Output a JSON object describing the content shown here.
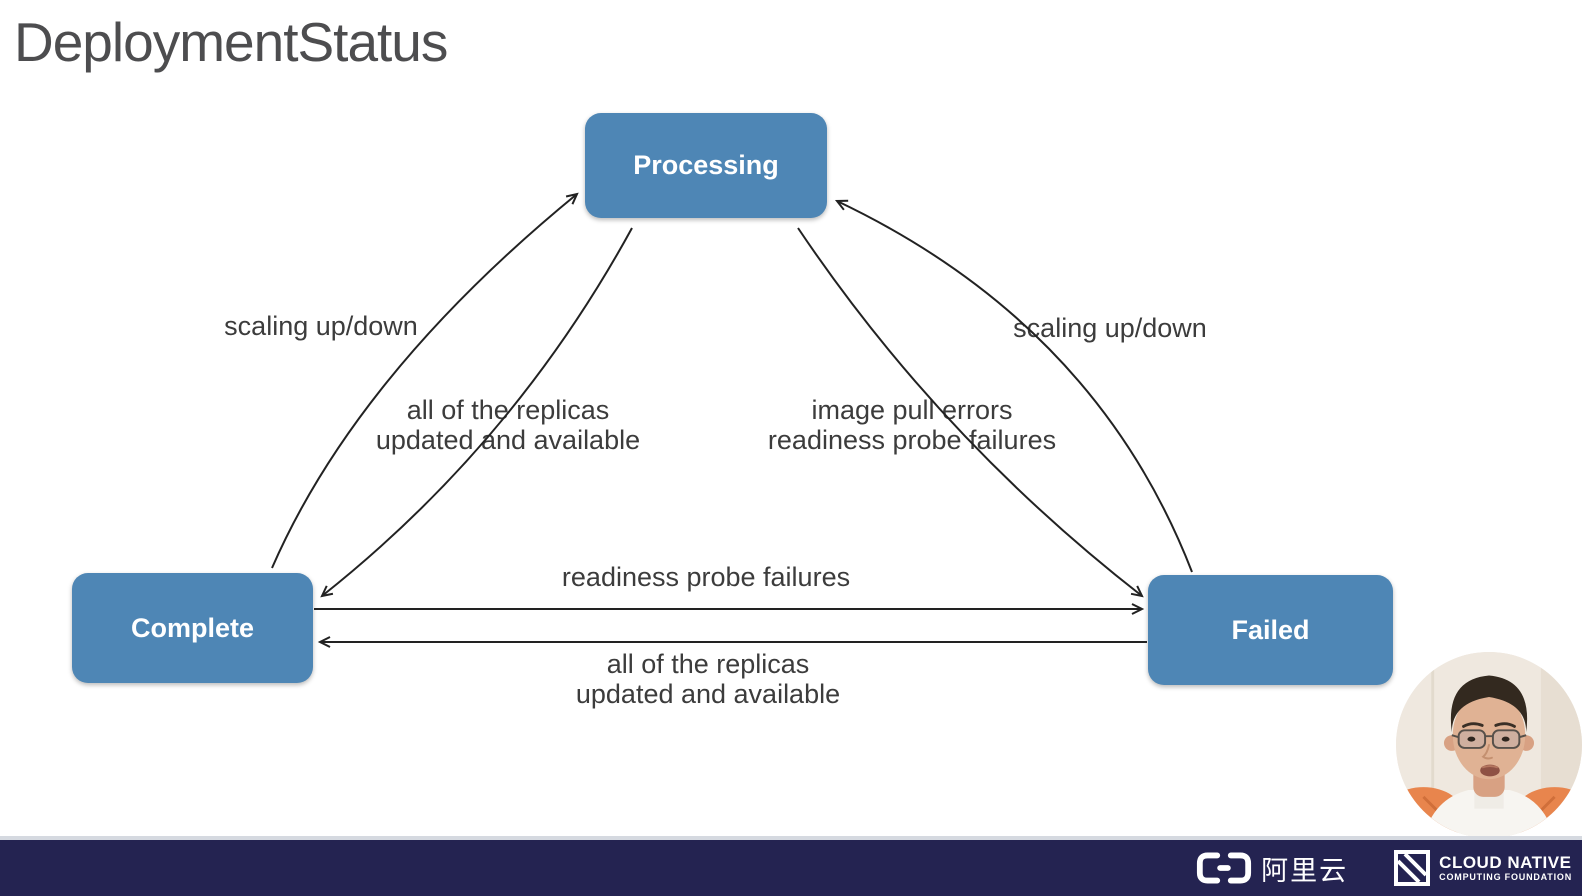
{
  "slide": {
    "title": "DeploymentStatus"
  },
  "diagram": {
    "nodes": [
      {
        "id": "processing",
        "label": "Processing"
      },
      {
        "id": "complete",
        "label": "Complete"
      },
      {
        "id": "failed",
        "label": "Failed"
      }
    ],
    "edges": [
      {
        "from": "Complete",
        "to": "Processing",
        "label": "scaling up/down"
      },
      {
        "from": "Processing",
        "to": "Complete",
        "label": "all of the replicas updated and available"
      },
      {
        "from": "Failed",
        "to": "Processing",
        "label": "scaling up/down"
      },
      {
        "from": "Processing",
        "to": "Failed",
        "label": "image pull errors readiness probe failures"
      },
      {
        "from": "Complete",
        "to": "Failed",
        "label": "readiness probe failures"
      },
      {
        "from": "Failed",
        "to": "Complete",
        "label": "all of the replicas updated and available"
      }
    ],
    "labels": {
      "left_up": "scaling up/down",
      "left_down_line1": "all of the replicas",
      "left_down_line2": "updated and available",
      "right_up": "scaling up/down",
      "right_down_line1": "image pull errors",
      "right_down_line2": "readiness probe failures",
      "middle_top": "readiness probe failures",
      "middle_bottom_line1": "all of the replicas",
      "middle_bottom_line2": "updated and available"
    }
  },
  "footer": {
    "alibaba_cloud_label": "阿里云",
    "cncf_name": "CLOUD NATIVE",
    "cncf_subtitle": "COMPUTING FOUNDATION"
  },
  "colors": {
    "node_fill": "#4e86b5",
    "node_text": "#ffffff",
    "edge_line": "#222222",
    "label_text": "#3c3c3c",
    "title_text": "#4d4d4f",
    "footer_background": "#242351"
  }
}
